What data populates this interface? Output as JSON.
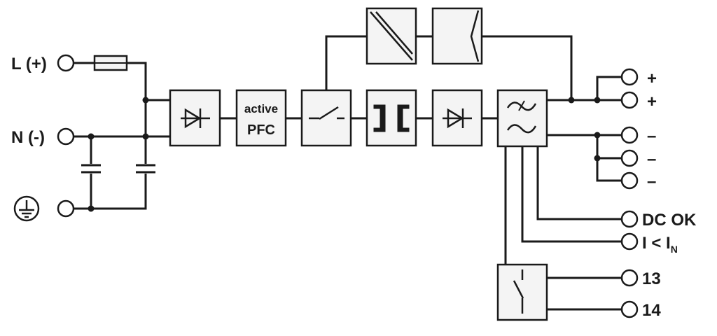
{
  "inputs": {
    "line": "L (+)",
    "neutral": "N (-)",
    "ground_icon": "ground-icon"
  },
  "pfc": {
    "line1": "active",
    "line2": "PFC"
  },
  "outputs": {
    "plus_1": "+",
    "plus_2": "+",
    "minus_1": "–",
    "minus_2": "–",
    "minus_3": "–"
  },
  "signals": {
    "dc_ok": "DC OK",
    "current_main": "I < I",
    "current_sub": "N",
    "relay_13": "13",
    "relay_14": "14"
  }
}
